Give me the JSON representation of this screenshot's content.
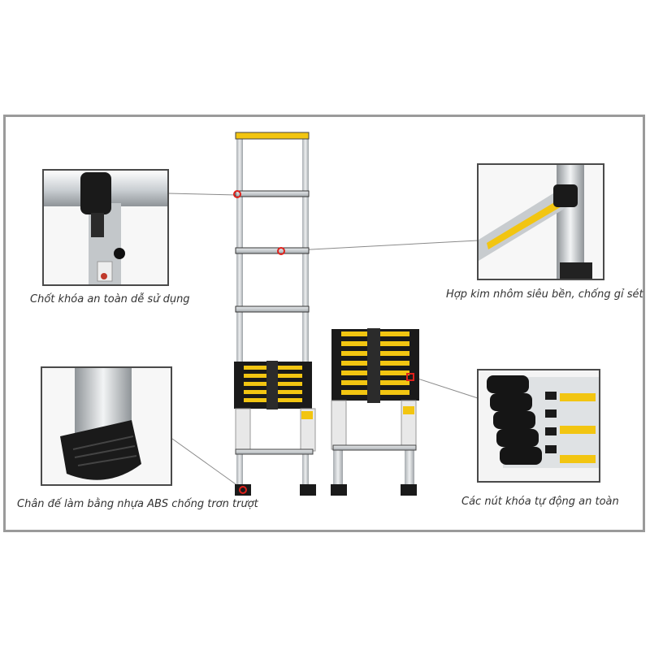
{
  "captions": {
    "lock_pin": "Chốt khóa an toàn dễ sử dụng",
    "alloy": "Hợp kim nhôm siêu bền, chống gỉ sét",
    "foot": "Chân đế làm bằng nhựa ABS chống trơn trượt",
    "auto_lock": "Các nút khóa tự động an toàn"
  },
  "colors": {
    "frame": "#9a9a9a",
    "aluminum": "#cfd3d6",
    "rubber": "#1a1a1a",
    "label_yellow": "#f2c511",
    "marker_red": "#e0201a"
  },
  "icons": {
    "ladder": "telescopic-ladder",
    "detail": "zoom-inset"
  }
}
